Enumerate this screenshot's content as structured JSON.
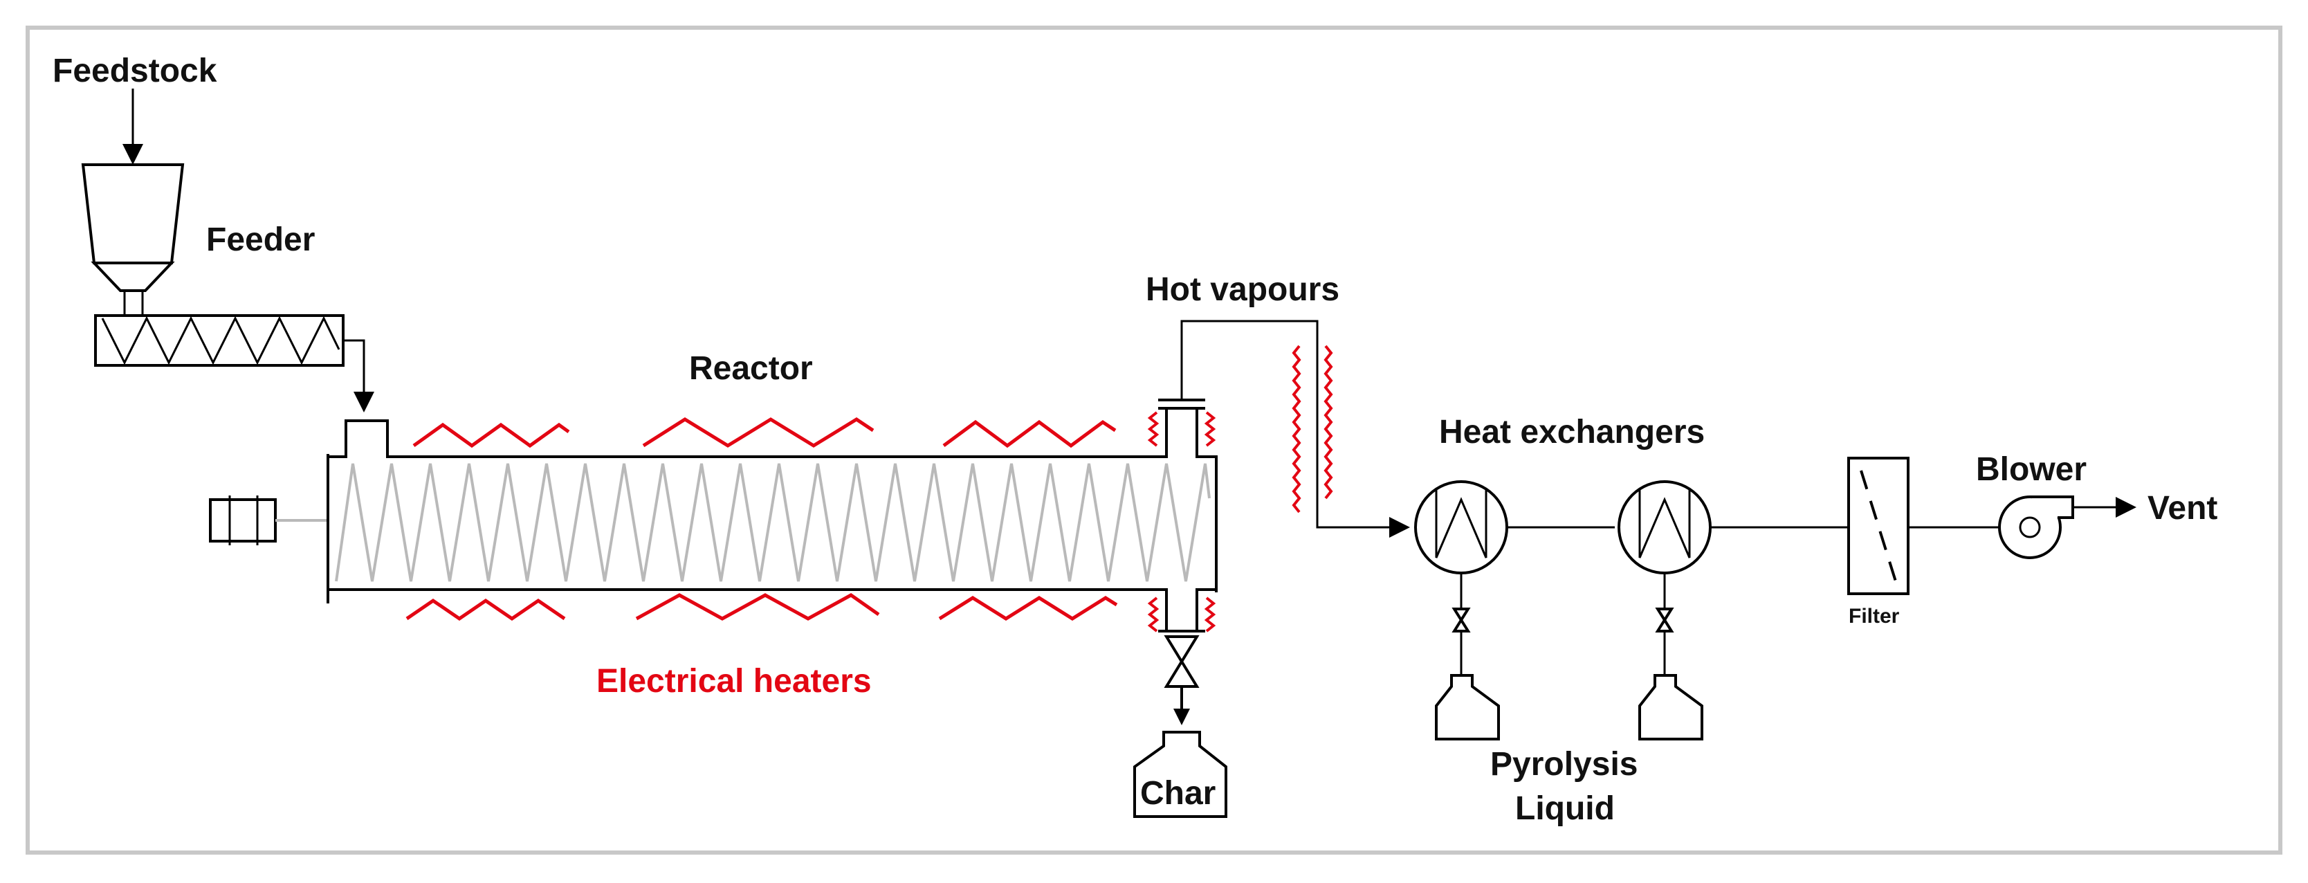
{
  "colors": {
    "heater": "#e30613",
    "frame": "#c8c8c8",
    "line": "#000000",
    "screw": "#b9b9b9"
  },
  "labels": {
    "feedstock": "Feedstock",
    "feeder": "Feeder",
    "reactor": "Reactor",
    "hot_vapours": "Hot vapours",
    "heat_exchangers": "Heat exchangers",
    "blower": "Blower",
    "vent": "Vent",
    "filter": "Filter",
    "electrical_heaters": "Electrical heaters",
    "char": "Char",
    "pyrolysis": "Pyrolysis",
    "liquid": "Liquid"
  },
  "icons": {
    "feed_hopper": "hopper-icon",
    "feed_screw": "screw-conveyor-icon",
    "motor": "motor-icon",
    "heat_exchanger": "heat-exchanger-icon",
    "valve": "valve-icon",
    "collector": "collector-flask-icon",
    "filter": "filter-icon",
    "blower": "blower-icon"
  }
}
